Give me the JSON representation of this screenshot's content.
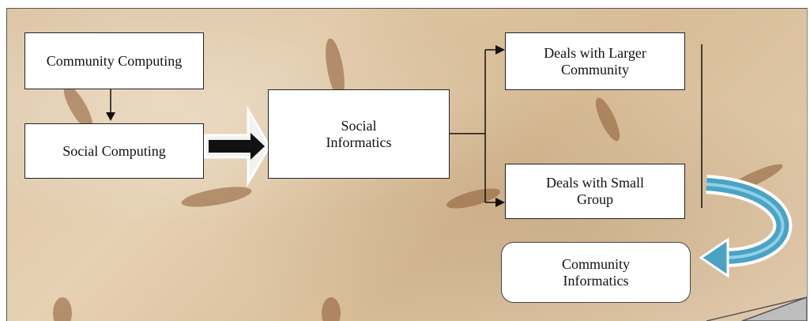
{
  "nodes": {
    "community_computing": "Community Computing",
    "social_computing": "Social Computing",
    "social_informatics": "Social Informatics",
    "larger_community": "Deals with Larger Community",
    "small_group": "Deals with Small Group",
    "community_informatics": "Community Informatics"
  },
  "colors": {
    "background": "#dcc3a2",
    "box_fill": "#ffffff",
    "box_border": "#222222",
    "block_arrow": "#111111",
    "curved_arrow": "#4aa3c4"
  }
}
